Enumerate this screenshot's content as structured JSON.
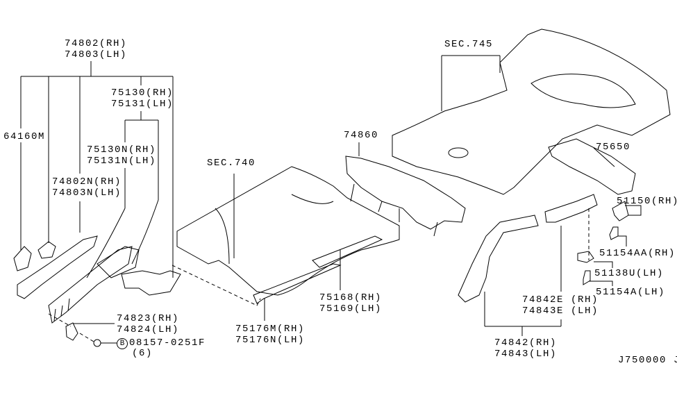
{
  "labels": {
    "p74802": "74802(RH)",
    "p74803": "74803(LH)",
    "p75130": "75130(RH)",
    "p75131": "75131(LH)",
    "p64160m": "64160M",
    "p75130n": "75130N(RH)",
    "p75131n": "75131N(LH)",
    "p74802n": "74802N(RH)",
    "p74803n": "74803N(LH)",
    "sec740": "SEC.740",
    "sec745": "SEC.745",
    "p74860": "74860",
    "p75650": "75650",
    "p51150": "51150(RH)",
    "p51154aa": "51154AA(RH)",
    "p51138u": "51138U(LH)",
    "p51154a": "51154A(LH)",
    "p74842e": "74842E (RH)",
    "p74843e": "74843E (LH)",
    "p74842": "74842(RH)",
    "p74843": "74843(LH)",
    "p74823": "74823(RH)",
    "p74824": "74824(LH)",
    "bolt_symbol": "B",
    "bolt": "08157-0251F",
    "bolt_qty": "(6)",
    "p75176m": "75176M(RH)",
    "p75176n": "75176N(LH)",
    "p75168": "75168(RH)",
    "p75169": "75169(LH)",
    "diagram_code": "J750000 J"
  }
}
